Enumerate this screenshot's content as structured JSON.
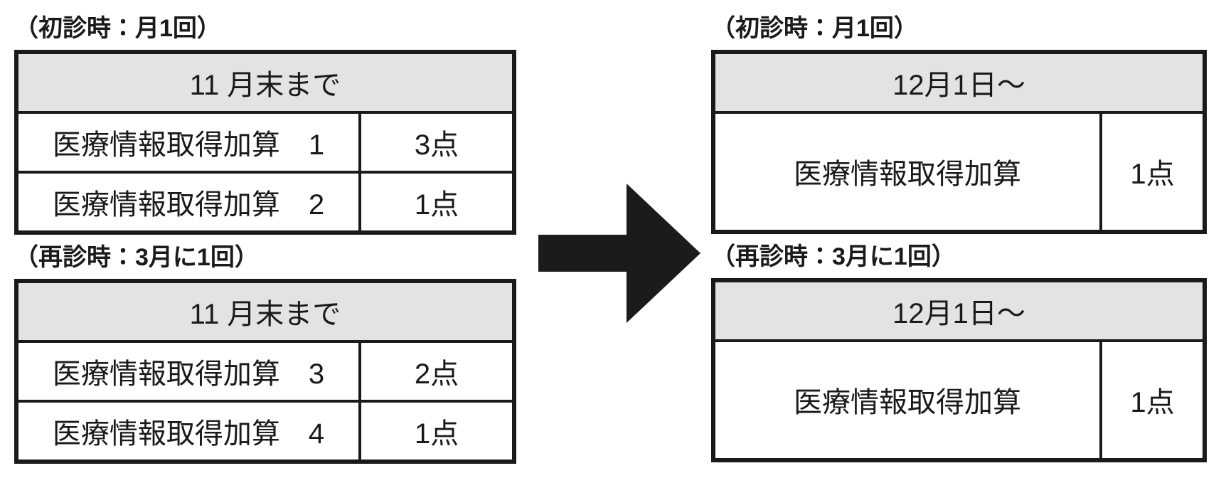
{
  "before": {
    "sections": [
      {
        "label": "（初診時：月1回）",
        "period": "11 月末まで",
        "rows": [
          {
            "name": "医療情報取得加算　1",
            "points": "3点"
          },
          {
            "name": "医療情報取得加算　2",
            "points": "1点"
          }
        ]
      },
      {
        "label": "（再診時：3月に1回）",
        "period": "11 月末まで",
        "rows": [
          {
            "name": "医療情報取得加算　3",
            "points": "2点"
          },
          {
            "name": "医療情報取得加算　4",
            "points": "1点"
          }
        ]
      }
    ]
  },
  "after": {
    "sections": [
      {
        "label": "（初診時：月1回）",
        "period": "12月1日～",
        "rows": [
          {
            "name": "医療情報取得加算",
            "points": "1点"
          }
        ]
      },
      {
        "label": "（再診時：3月に1回）",
        "period": "12月1日～",
        "rows": [
          {
            "name": "医療情報取得加算",
            "points": "1点"
          }
        ]
      }
    ]
  },
  "arrow": {
    "direction": "right",
    "color": "#1b1b1b"
  },
  "colors": {
    "header_bg": "#e3e3e3",
    "border": "#1a1a1a",
    "text": "#1a1a1a",
    "background": "#ffffff"
  }
}
